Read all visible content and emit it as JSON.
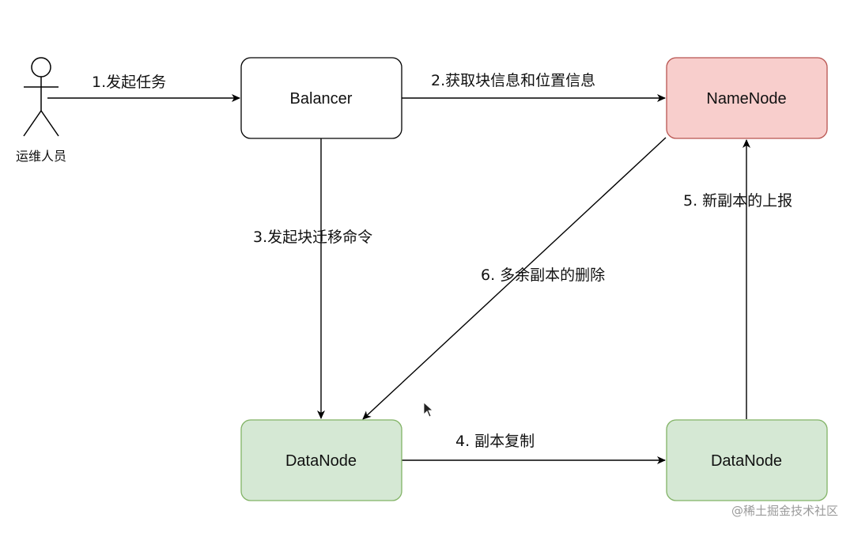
{
  "nodes": {
    "balancer": {
      "label": "Balancer",
      "fill": "#ffffff",
      "stroke": "#000000"
    },
    "namenode": {
      "label": "NameNode",
      "fill": "#f8cecc",
      "stroke": "#b85450"
    },
    "datanode_left": {
      "label": "DataNode",
      "fill": "#d5e8d4",
      "stroke": "#82b366"
    },
    "datanode_right": {
      "label": "DataNode",
      "fill": "#d5e8d4",
      "stroke": "#82b366"
    }
  },
  "actor": {
    "label": "运维人员"
  },
  "edges": {
    "e1": "1.发起任务",
    "e2": "2.获取块信息和位置信息",
    "e3": "3.发起块迁移命令",
    "e4": "4. 副本复制",
    "e5": "5. 新副本的上报",
    "e6": "6. 多余副本的删除"
  },
  "watermark": "@稀土掘金技术社区"
}
